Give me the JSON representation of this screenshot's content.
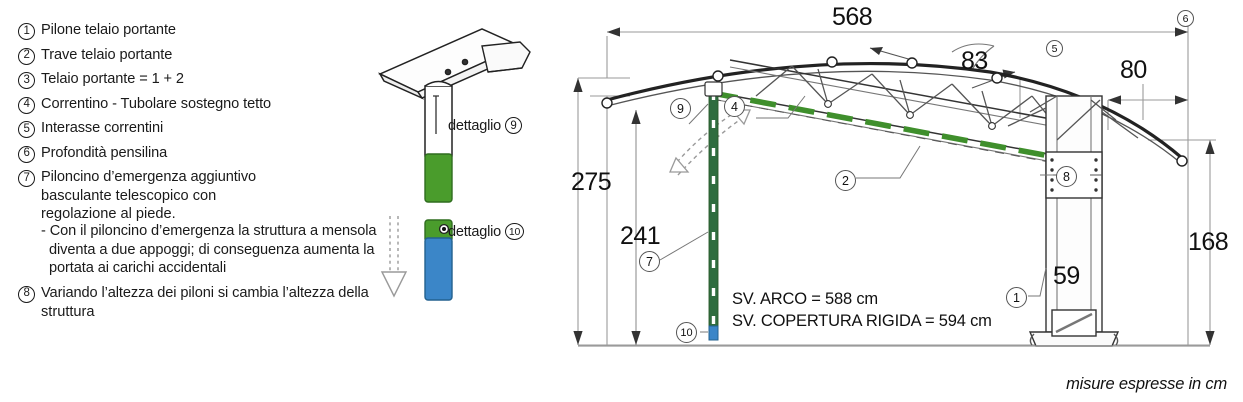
{
  "legend": {
    "items": [
      {
        "num": "1",
        "text": "Pilone telaio portante"
      },
      {
        "num": "2",
        "text": "Trave telaio portante"
      },
      {
        "num": "3",
        "text": "Telaio portante = 1 + 2"
      },
      {
        "num": "4",
        "text": "Correntino - Tubolare sostegno tetto"
      },
      {
        "num": "5",
        "text": "Interasse correntini"
      },
      {
        "num": "6",
        "text": "Profondità pensilina"
      },
      {
        "num": "7",
        "text": "Piloncino d’emergenza aggiuntivo"
      },
      {
        "num": "8",
        "text": "Variando l’altezza dei piloni si cambia l’altezza della"
      }
    ],
    "item7_line2": "basculante telescopico con",
    "item7_line3": "regolazione al piede.",
    "item7_line4": "- Con il piloncino d’emergenza la struttura a mensola",
    "item7_line5": "diventa a due appoggi; di conseguenza aumenta la",
    "item7_line6": "portata ai carichi accidentali",
    "item8_line2": "struttura"
  },
  "detail": {
    "label_9": "dettaglio",
    "num_9": "9",
    "label_10": "dettaglio",
    "num_10": "10"
  },
  "drawing": {
    "dim_width": "568",
    "dim_spacing": "83",
    "dim_depth": "80",
    "dim_height_total": "275",
    "dim_height_beam": "241",
    "dim_height_right": "168",
    "dim_column_width": "59",
    "markers": {
      "m1": "1",
      "m2": "2",
      "m4": "4",
      "m5": "5",
      "m6": "6",
      "m7": "7",
      "m8": "8",
      "m9": "9",
      "m10": "10"
    },
    "sv_arco": "SV. ARCO = 588 cm",
    "sv_copertura": "SV. COPERTURA RIGIDA = 594 cm",
    "footnote": "misure espresse in cm"
  },
  "colors": {
    "green": "#3f8f2c",
    "blue": "#3b86c8",
    "line": "#222222",
    "dim": "#8a8a8a"
  }
}
